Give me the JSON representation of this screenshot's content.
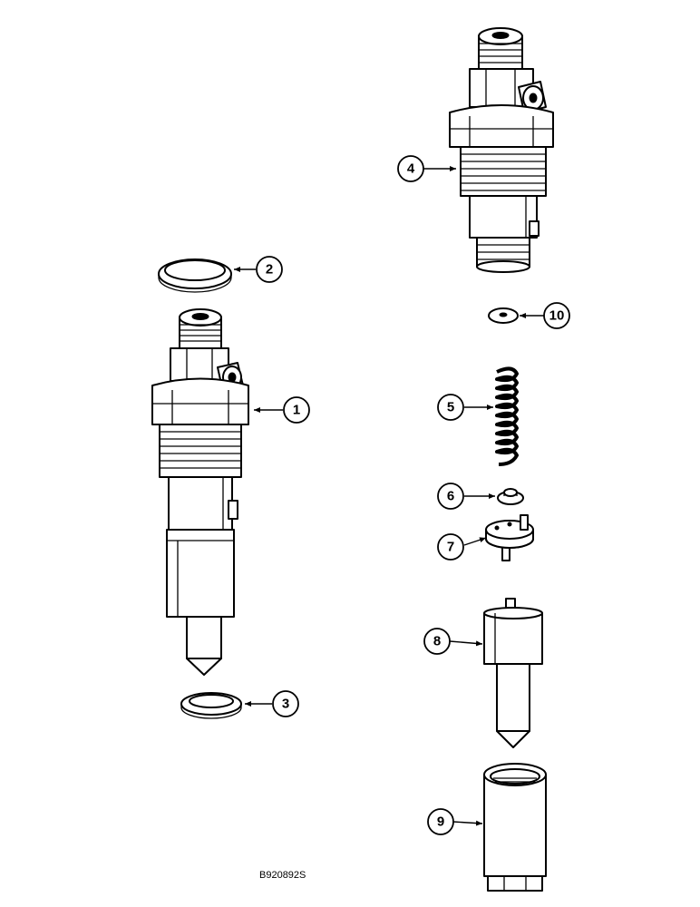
{
  "colors": {
    "line": "#000000",
    "background": "#ffffff"
  },
  "callouts": [
    {
      "id": "1",
      "label": "1"
    },
    {
      "id": "2",
      "label": "2"
    },
    {
      "id": "3",
      "label": "3"
    },
    {
      "id": "4",
      "label": "4"
    },
    {
      "id": "5",
      "label": "5"
    },
    {
      "id": "6",
      "label": "6"
    },
    {
      "id": "7",
      "label": "7"
    },
    {
      "id": "8",
      "label": "8"
    },
    {
      "id": "9",
      "label": "9"
    },
    {
      "id": "10",
      "label": "10"
    }
  ],
  "figure_code": "B920892S"
}
